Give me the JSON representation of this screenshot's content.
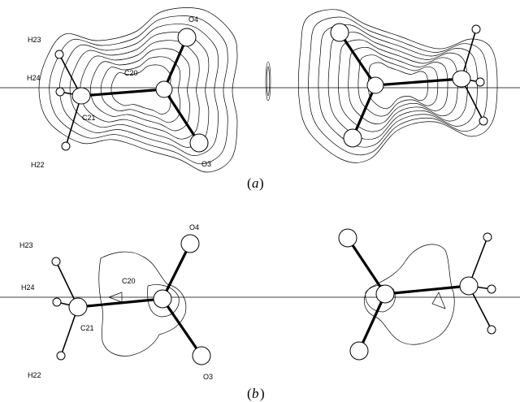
{
  "panel_a": {
    "caption": "a",
    "labels": {
      "h23": "H23",
      "h24": "H24",
      "c20": "C20",
      "c21": "C21",
      "h22": "H22",
      "o4": "O4",
      "o3": "O3"
    }
  },
  "panel_b": {
    "caption": "b",
    "labels": {
      "h23": "H23",
      "h24": "H24",
      "c20": "C20",
      "c21": "C21",
      "h22": "H22",
      "o4": "O4",
      "o3": "O3"
    }
  }
}
